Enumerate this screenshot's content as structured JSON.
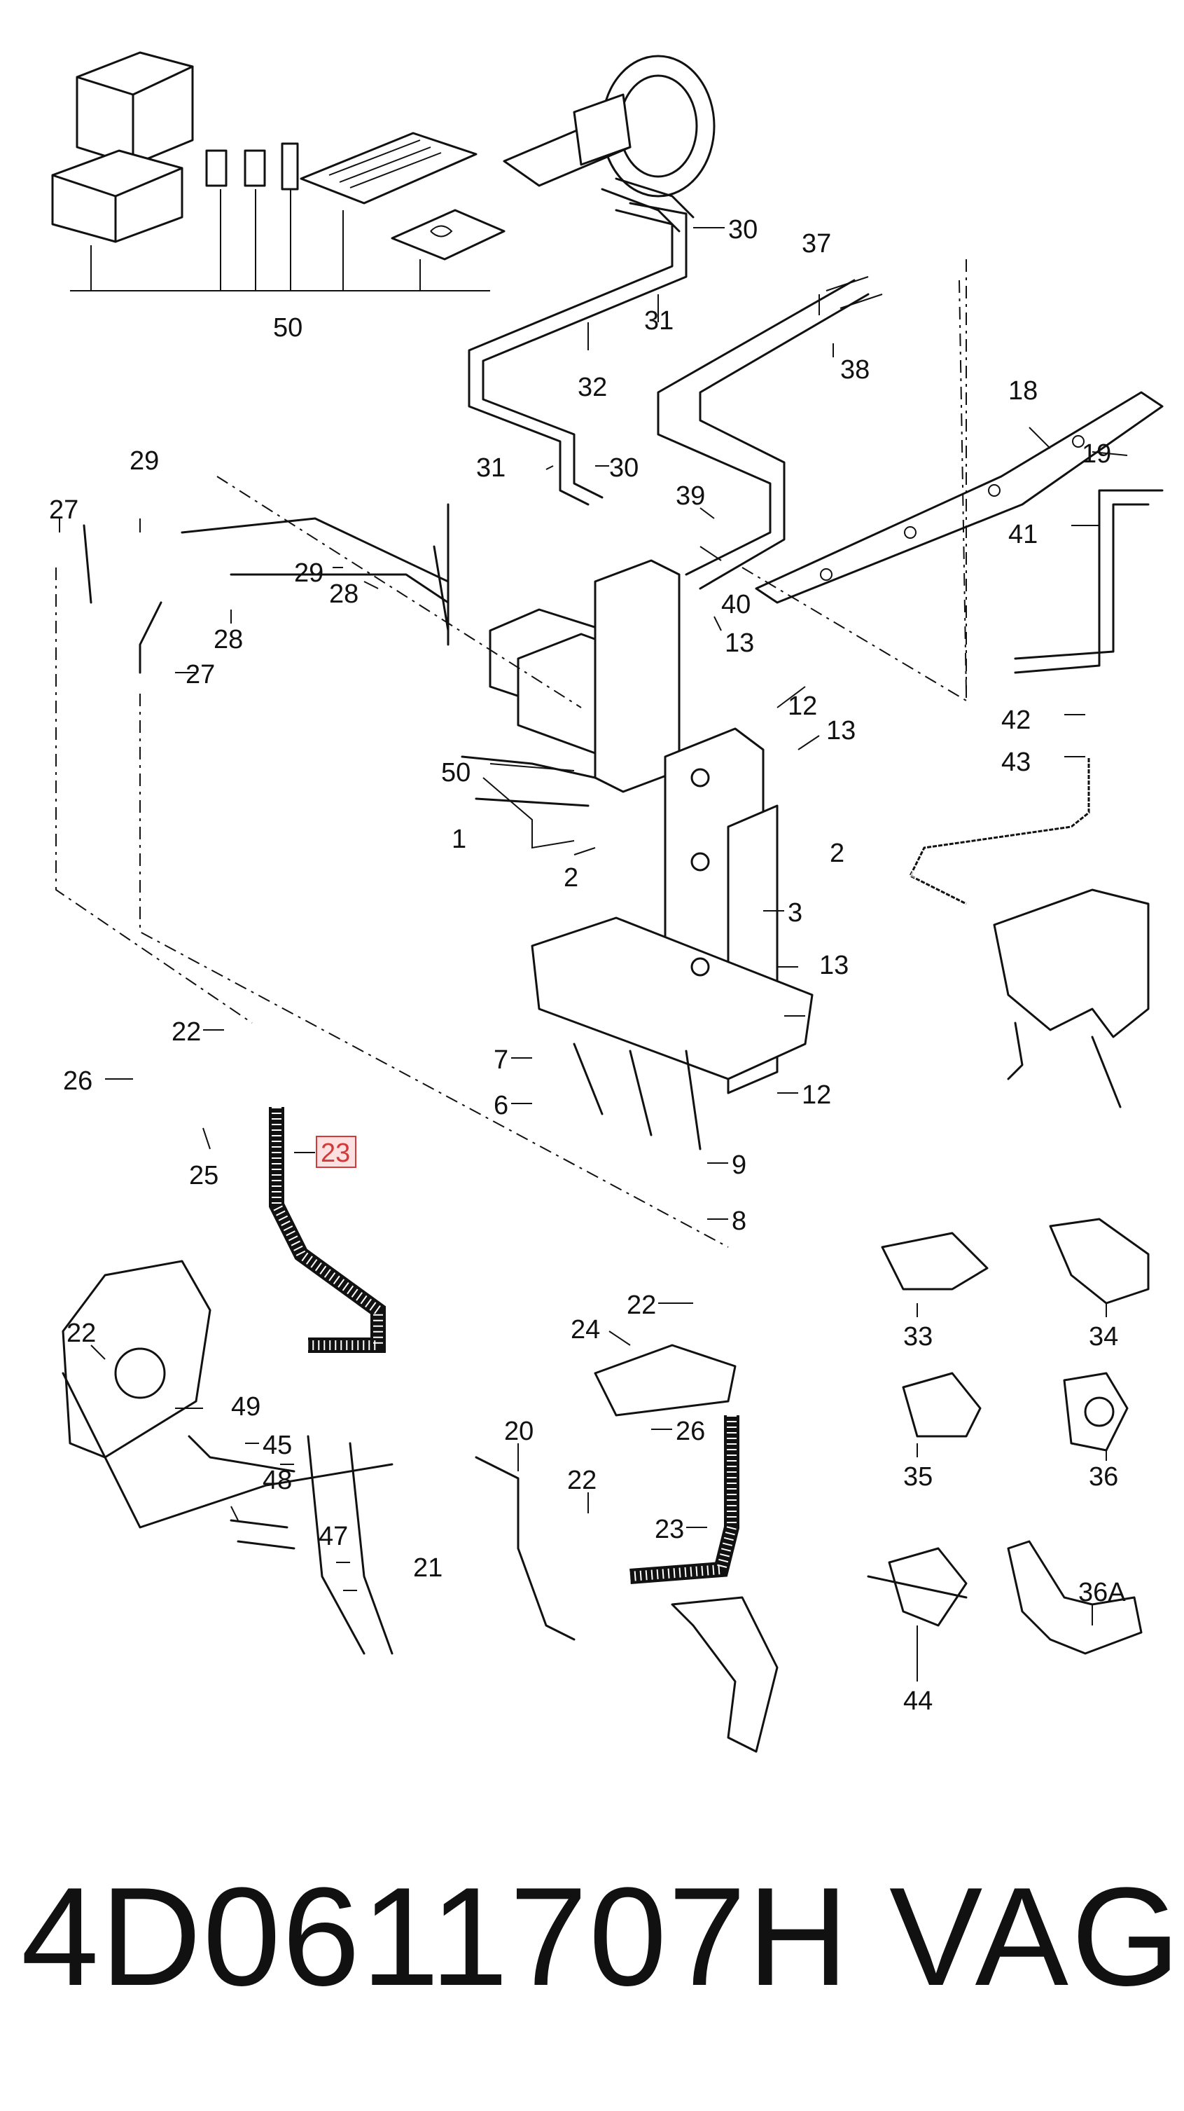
{
  "diagram": {
    "callouts": [
      "50",
      "30",
      "31",
      "32",
      "37",
      "38",
      "18",
      "19",
      "29",
      "27",
      "31",
      "30",
      "28",
      "29",
      "28",
      "27",
      "39",
      "40",
      "41",
      "13",
      "12",
      "13",
      "42",
      "43",
      "50",
      "1",
      "2",
      "2",
      "3",
      "13",
      "22",
      "26",
      "25",
      "23",
      "7",
      "6",
      "12",
      "9",
      "8",
      "22",
      "24",
      "26",
      "20",
      "22",
      "23",
      "33",
      "34",
      "35",
      "36",
      "44",
      "36A",
      "22",
      "49",
      "45",
      "48",
      "47",
      "21"
    ],
    "highlighted_callout": "23"
  },
  "footer": {
    "part_number": "4D0611707H",
    "brand": "VAG"
  }
}
